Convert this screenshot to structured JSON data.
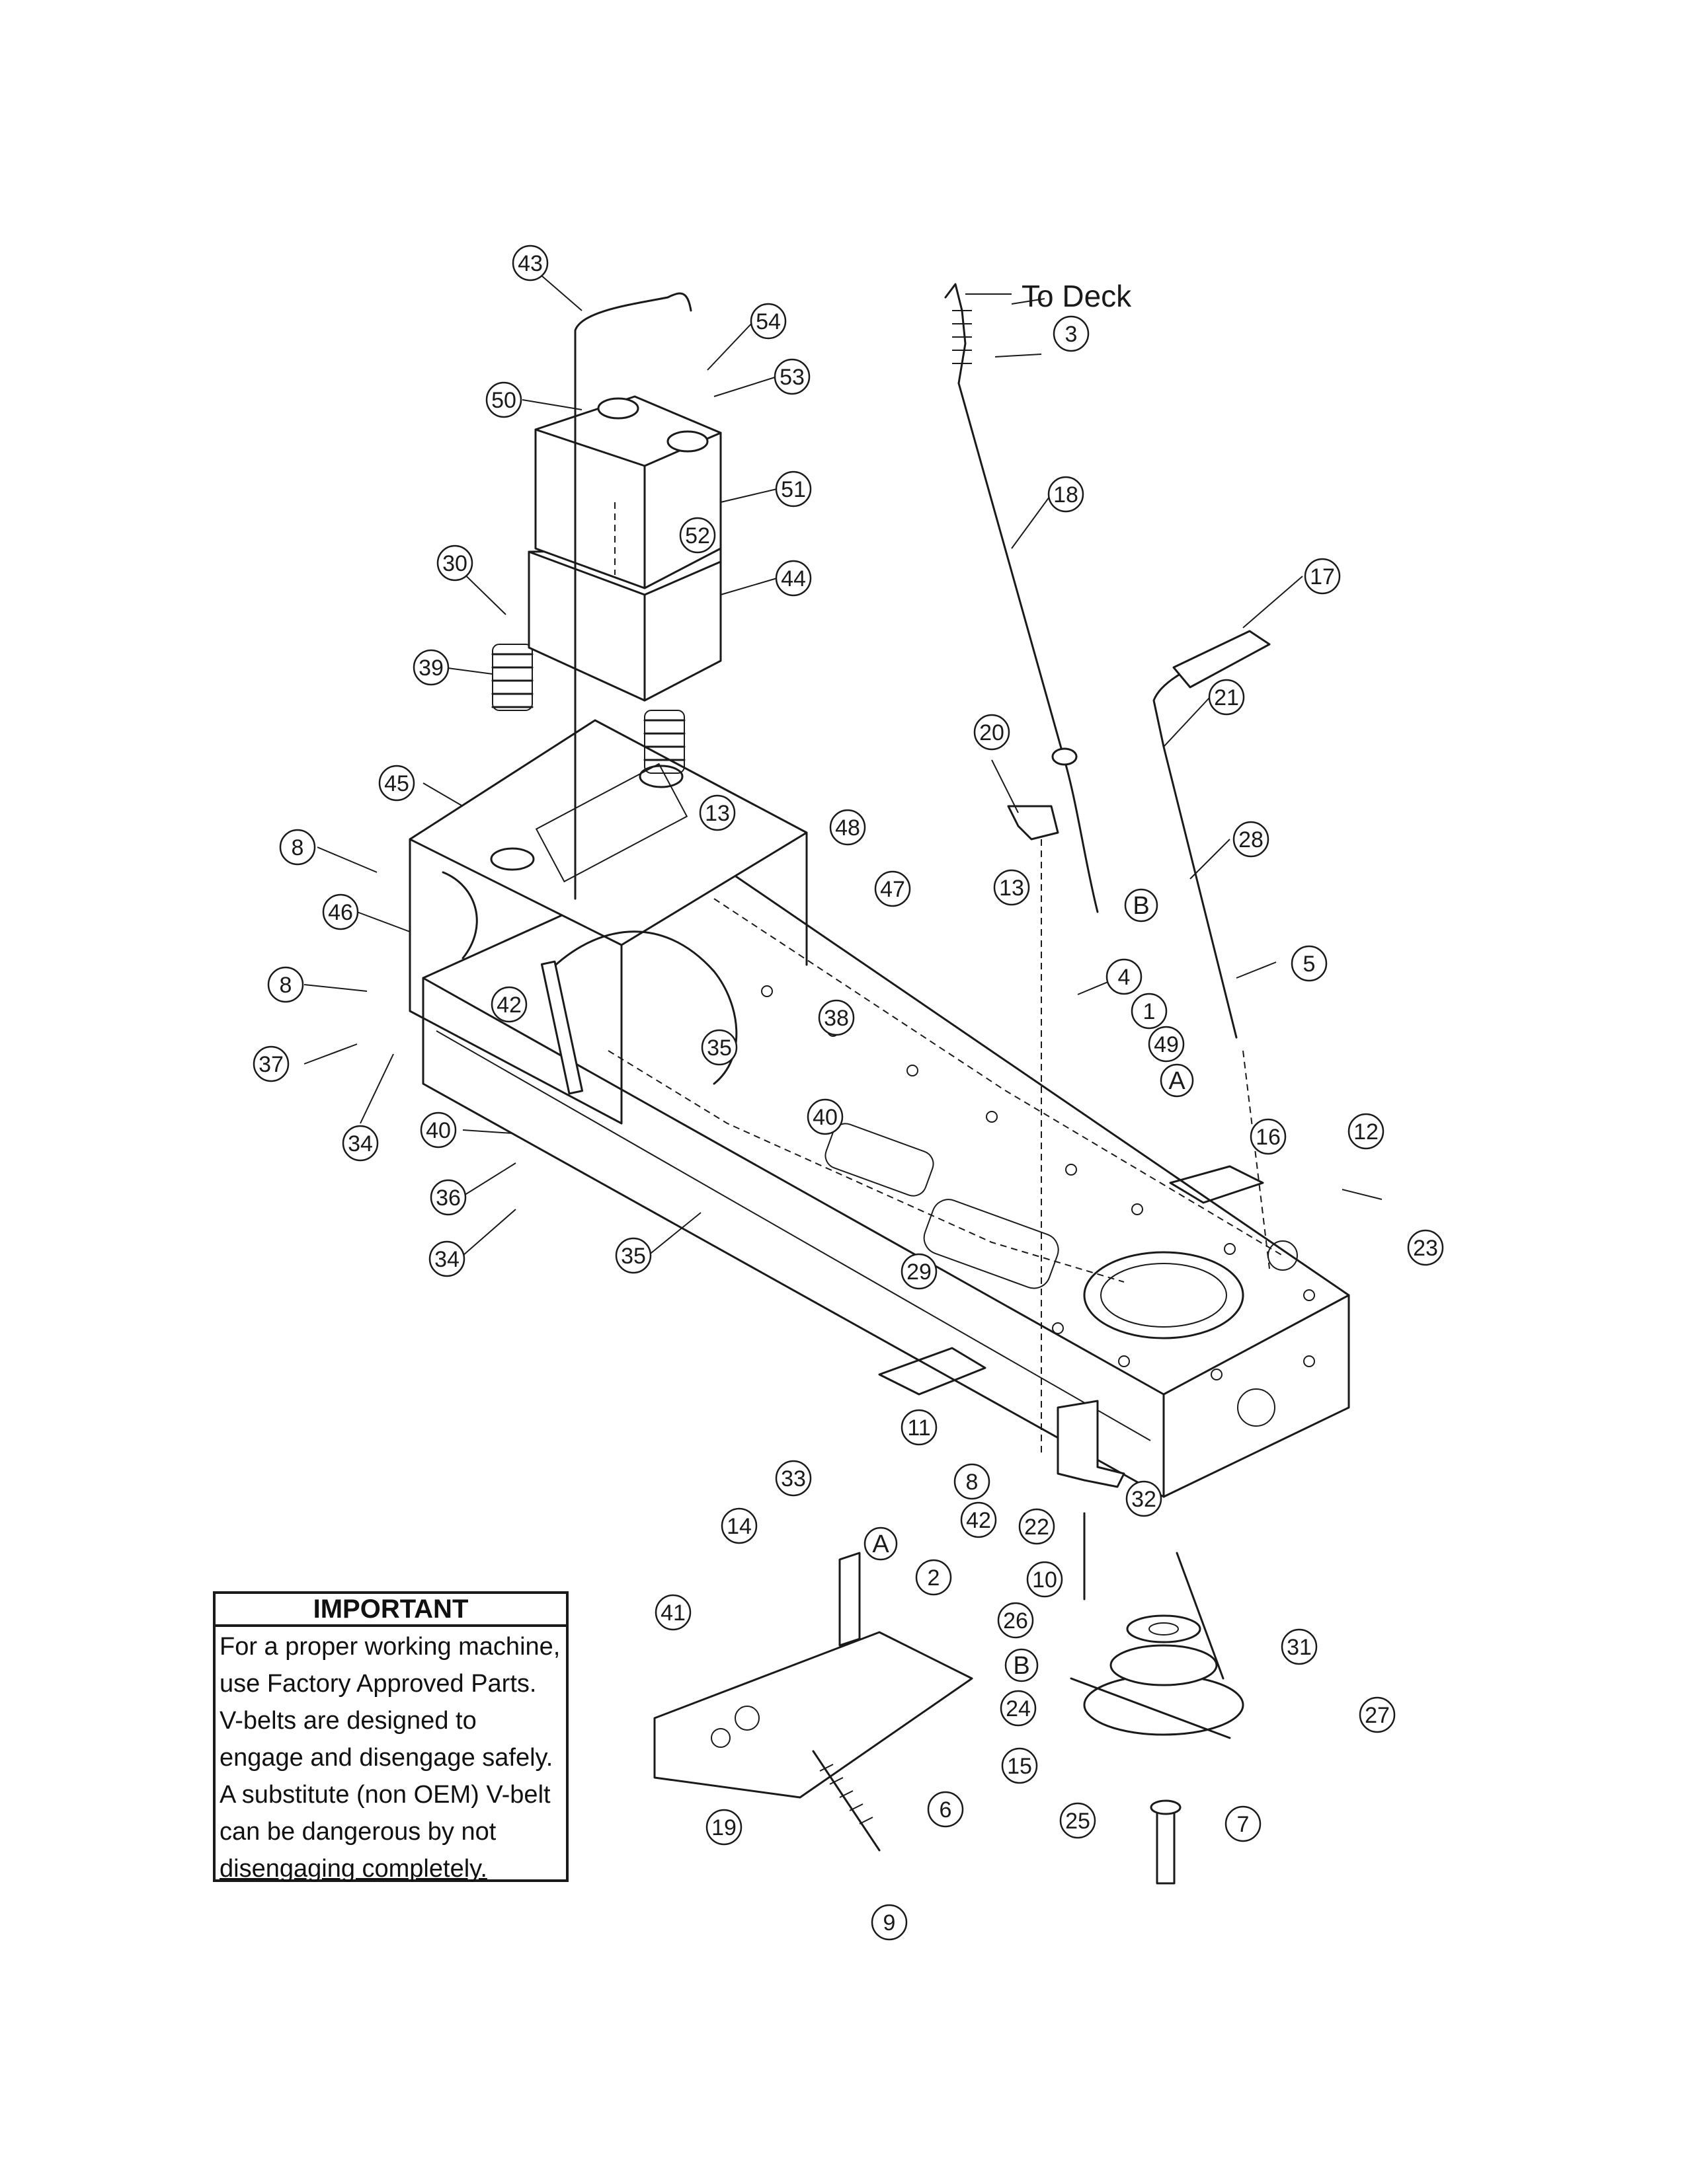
{
  "diagram": {
    "annotation_to_deck": "To Deck",
    "callouts": [
      "43",
      "54",
      "50",
      "53",
      "51",
      "52",
      "44",
      "30",
      "39",
      "45",
      "13",
      "8",
      "46",
      "42",
      "8",
      "37",
      "34",
      "40",
      "36",
      "34",
      "35",
      "35",
      "40",
      "48",
      "47",
      "38",
      "13",
      "3",
      "18",
      "17",
      "21",
      "20",
      "28",
      "B",
      "4",
      "1",
      "49",
      "A",
      "5",
      "16",
      "12",
      "23",
      "29",
      "11",
      "8",
      "42",
      "22",
      "32",
      "10",
      "33",
      "14",
      "A",
      "2",
      "26",
      "41",
      "B",
      "24",
      "15",
      "6",
      "19",
      "9",
      "31",
      "27",
      "25",
      "7"
    ]
  },
  "important": {
    "title": "IMPORTANT",
    "lines": [
      " For a proper working machine,",
      "use Factory Approved Parts.",
      "V-belts are designed to",
      "engage and disengage safely.",
      "A substitute (non OEM) V-belt",
      "can be dangerous by not",
      "disengaging completely."
    ]
  }
}
